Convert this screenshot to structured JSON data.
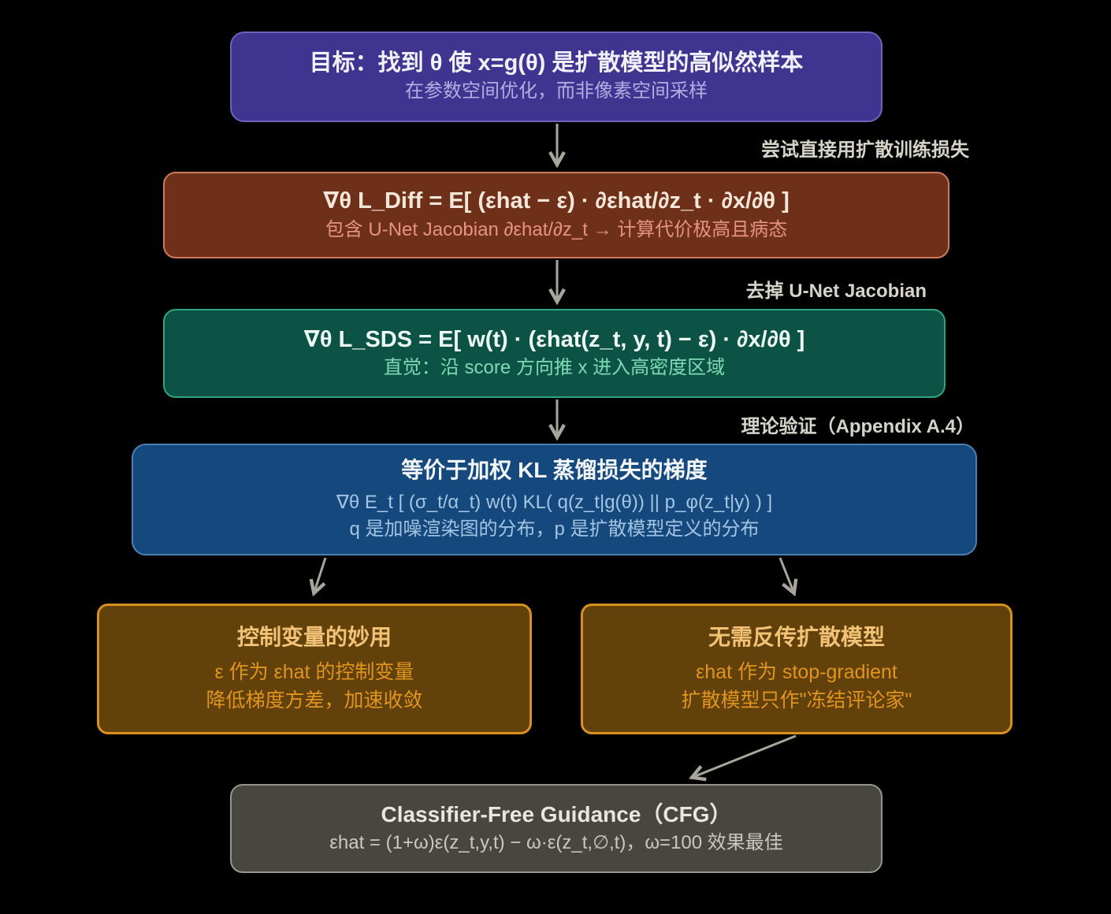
{
  "diagram": {
    "background_color": "#000000",
    "arrow_color": "#a8a59b",
    "edge_label_color": "#d6d3c9",
    "nodes": {
      "goal": {
        "title": "目标：找到 θ 使 x=g(θ) 是扩散模型的高似然样本",
        "subtitle": "在参数空间优化，而非像素空间采样",
        "fill": "#3f3590",
        "border": "#6c63bb",
        "title_color": "#f2f0fa",
        "subtitle_color": "#b5ace2"
      },
      "l_diff": {
        "title": "∇θ L_Diff = E[ (εhat − ε) · ∂εhat/∂z_t · ∂x/∂θ ]",
        "subtitle": "包含 U-Net Jacobian ∂εhat/∂z_t → 计算代价极高且病态",
        "fill": "#6f3019",
        "border": "#cf7a5a",
        "title_color": "#f4e7da",
        "subtitle_color": "#e7947e"
      },
      "l_sds": {
        "title": "∇θ L_SDS = E[ w(t) · (εhat(z_t, y, t) − ε) · ∂x/∂θ ]",
        "subtitle": "直觉：沿 score 方向推 x 进入高密度区域",
        "fill": "#0d5345",
        "border": "#2fa583",
        "title_color": "#eefaf4",
        "subtitle_color": "#7fd9b5"
      },
      "kl": {
        "title": "等价于加权 KL 蒸馏损失的梯度",
        "formula": "∇θ E_t [ (σ_t/α_t) w(t) KL( q(z_t|g(θ)) || p_φ(z_t|y) ) ]",
        "note": "q 是加噪渲染图的分布，p 是扩散模型定义的分布",
        "fill": "#15497e",
        "border": "#4d80b2",
        "title_color": "#f2f6fb",
        "subtitle_color": "#a3c4e2"
      },
      "control_variate": {
        "title": "控制变量的妙用",
        "line1": "ε 作为 εhat 的控制变量",
        "line2": "降低梯度方差，加速收敛",
        "fill": "#63410a",
        "border": "#d8911c",
        "title_color": "#f2c377",
        "subtitle_color": "#e0951e"
      },
      "stop_gradient": {
        "title": "无需反传扩散模型",
        "line1": "εhat 作为 stop-gradient",
        "line2": "扩散模型只作\"冻结评论家\"",
        "fill": "#63410a",
        "border": "#d8911c",
        "title_color": "#f2c377",
        "subtitle_color": "#e0951e"
      },
      "cfg": {
        "title": "Classifier-Free Guidance（CFG）",
        "subtitle": "εhat = (1+ω)ε(z_t,y,t) − ω·ε(z_t,∅,t)，ω=100 效果最佳",
        "fill": "#474740",
        "border": "#96968e",
        "title_color": "#e8e6de",
        "subtitle_color": "#cbc8be"
      }
    },
    "edge_labels": {
      "to_l_diff": "尝试直接用扩散训练损失",
      "to_l_sds": "去掉 U-Net Jacobian",
      "to_kl": "理论验证（Appendix A.4）"
    }
  }
}
